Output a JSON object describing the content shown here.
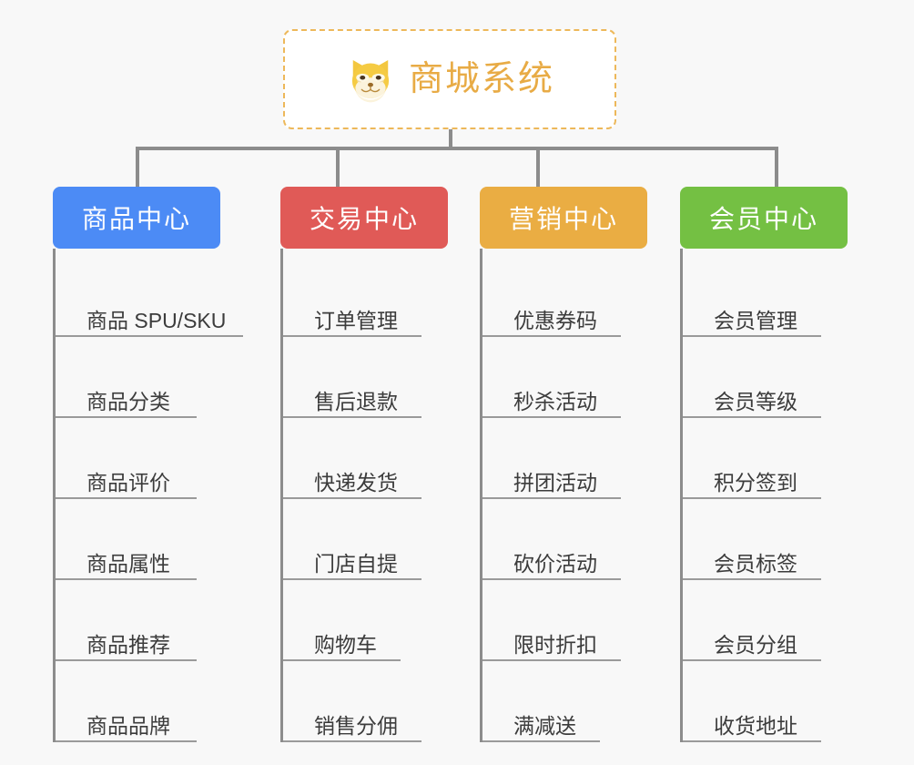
{
  "background_color": "#f8f8f8",
  "root": {
    "title": "商城系统",
    "icon": "shiba-dog-icon",
    "title_color": "#e8ab45",
    "border_color": "#edb85a",
    "fill_color": "#ffffff"
  },
  "connector_color": "#8c8c8c",
  "columns": [
    {
      "id": "product-center",
      "label": "商品中心",
      "color": "#4c8bf5",
      "items": [
        {
          "label": "商品 SPU/SKU"
        },
        {
          "label": "商品分类"
        },
        {
          "label": "商品评价"
        },
        {
          "label": "商品属性"
        },
        {
          "label": "商品推荐"
        },
        {
          "label": "商品品牌"
        }
      ]
    },
    {
      "id": "trade-center",
      "label": "交易中心",
      "color": "#e05a57",
      "items": [
        {
          "label": "订单管理"
        },
        {
          "label": "售后退款"
        },
        {
          "label": "快递发货"
        },
        {
          "label": "门店自提"
        },
        {
          "label": "购物车"
        },
        {
          "label": "销售分佣"
        }
      ]
    },
    {
      "id": "marketing-center",
      "label": "营销中心",
      "color": "#eaad43",
      "items": [
        {
          "label": "优惠券码"
        },
        {
          "label": "秒杀活动"
        },
        {
          "label": "拼团活动"
        },
        {
          "label": "砍价活动"
        },
        {
          "label": "限时折扣"
        },
        {
          "label": "满减送"
        }
      ]
    },
    {
      "id": "member-center",
      "label": "会员中心",
      "color": "#74c043",
      "items": [
        {
          "label": "会员管理"
        },
        {
          "label": "会员等级"
        },
        {
          "label": "积分签到"
        },
        {
          "label": "会员标签"
        },
        {
          "label": "会员分组"
        },
        {
          "label": "收货地址"
        }
      ]
    }
  ]
}
